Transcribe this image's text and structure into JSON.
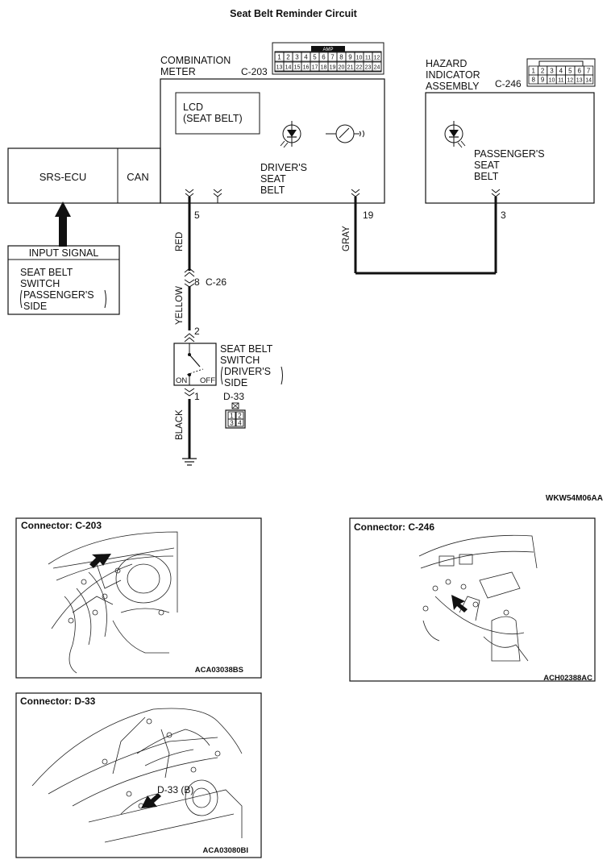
{
  "title": "Seat Belt Reminder Circuit",
  "diagram_code": "WKW54M06AA",
  "combination_meter": {
    "name_line1": "COMBINATION",
    "name_line2": "METER",
    "connector": "C-203",
    "connector_brand": "AMP",
    "pins_top": [
      "1",
      "2",
      "3",
      "4",
      "5",
      "6",
      "7",
      "8",
      "9",
      "10",
      "11",
      "12"
    ],
    "pins_bottom": [
      "13",
      "14",
      "15",
      "16",
      "17",
      "18",
      "19",
      "20",
      "21",
      "22",
      "23",
      "24"
    ],
    "lcd_line1": "LCD",
    "lcd_line2": "(SEAT BELT)",
    "indicator_line1": "DRIVER'S",
    "indicator_line2": "SEAT",
    "indicator_line3": "BELT"
  },
  "hazard_indicator": {
    "name_line1": "HAZARD",
    "name_line2": "INDICATOR",
    "name_line3": "ASSEMBLY",
    "connector": "C-246",
    "pins_top": [
      "1",
      "2",
      "3",
      "4",
      "5",
      "6",
      "7"
    ],
    "pins_bottom": [
      "8",
      "9",
      "10",
      "11",
      "12",
      "13",
      "14"
    ],
    "indicator_line1": "PASSENGER'S",
    "indicator_line2": "SEAT",
    "indicator_line3": "BELT"
  },
  "srs_ecu": {
    "label": "SRS-ECU",
    "bus_label": "CAN"
  },
  "input_signal": {
    "header": "INPUT SIGNAL",
    "line1": "SEAT BELT",
    "line2": "SWITCH",
    "line3": "PASSENGER'S",
    "line4": "SIDE"
  },
  "wires": {
    "pin_5": "5",
    "pin_19": "19",
    "pin_3": "3",
    "color_red": "RED",
    "color_gray": "GRAY",
    "junction_pin": "8",
    "junction_connector": "C-26",
    "color_yellow": "YELLOW",
    "switch_pin_top": "2",
    "switch_pin_bottom": "1",
    "color_black": "BLACK"
  },
  "seat_belt_switch": {
    "line1": "SEAT BELT",
    "line2": "SWITCH",
    "line3": "DRIVER'S",
    "line4": "SIDE",
    "on_label": "ON",
    "off_label": "OFF",
    "connector": "D-33",
    "pins": [
      "1",
      "2",
      "3",
      "4"
    ]
  },
  "panels": {
    "c203": {
      "title": "Connector: C-203",
      "code": "ACA03038BS"
    },
    "c246": {
      "title": "Connector: C-246",
      "code": "ACH02388AC"
    },
    "d33": {
      "title": "Connector: D-33",
      "code": "ACA03080BI",
      "callout": "D-33 (B)"
    }
  }
}
